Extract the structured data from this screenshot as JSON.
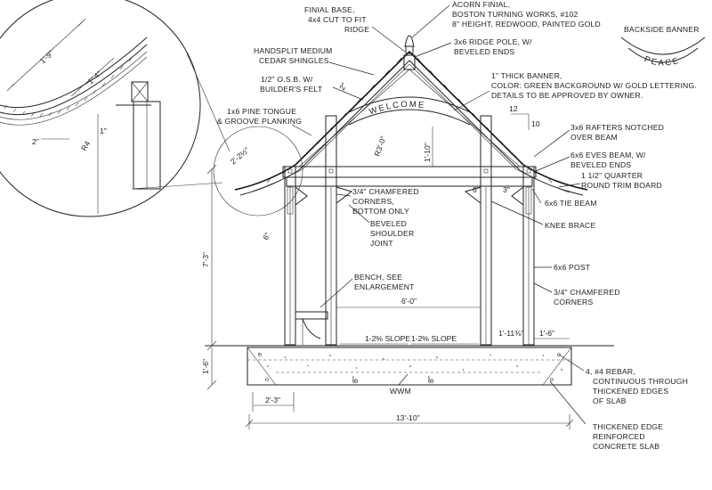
{
  "backside_banner": {
    "title": "BACKSIDE BANNER",
    "text": "PEACE"
  },
  "banner_text": "WELCOME",
  "slope": {
    "rise": "12",
    "run": "10"
  },
  "callouts": {
    "finial_base": [
      "FINIAL BASE,",
      "4x4 CUT TO FIT",
      "RIDGE"
    ],
    "acorn_finial": [
      "ACORN FINIAL,",
      "BOSTON TURNING WORKS, #102",
      "8\" HEIGHT, REDWOOD, PAINTED GOLD"
    ],
    "ridge_pole": [
      "3x6 RIDGE POLE, W/",
      "BEVELED ENDS"
    ],
    "shingles": [
      "HANDSPLIT MEDIUM",
      "CEDAR SHINGLES"
    ],
    "osb": [
      "1/2\" O.S.B. W/",
      "BUILDER'S FELT"
    ],
    "banner": [
      "1\" THICK BANNER,",
      "COLOR:  GREEN BACKGROUND W/ GOLD LETTERING.",
      "DETAILS TO BE APPROVED BY OWNER."
    ],
    "planking": [
      "1x6 PINE TONGUE",
      "& GROOVE PLANKING"
    ],
    "rafters": [
      "3x6 RAFTERS NOTCHED",
      "OVER BEAM"
    ],
    "eves_beam": [
      "6x6 EVES BEAM, W/",
      "BEVELED ENDS"
    ],
    "trim_board": [
      "1 1/2\" QUARTER",
      "ROUND TRIM BOARD"
    ],
    "chamfered_bottom": [
      "3/4\" CHAMFERED",
      "CORNERS,",
      "BOTTOM ONLY"
    ],
    "tie_beam": [
      "6x6 TIE BEAM"
    ],
    "beveled_joint": [
      "BEVELED",
      "SHOULDER",
      "JOINT"
    ],
    "knee_brace": [
      "KNEE BRACE"
    ],
    "bench": [
      "BENCH, SEE",
      "ENLARGEMENT"
    ],
    "post": [
      "6x6 POST"
    ],
    "chamfered_corners": [
      "3/4\" CHAMFERED",
      "CORNERS"
    ],
    "rebar": [
      "4, #4 REBAR,",
      "CONTINUOUS THROUGH",
      "THICKENED EDGES",
      "OF SLAB"
    ],
    "slab": [
      "THICKENED EDGE",
      "REINFORCED",
      "CONCRETE SLAB"
    ],
    "wwm": [
      "WWM"
    ]
  },
  "dimensions": {
    "height_total": "7'-3\"",
    "slab_height": "1'-6\"",
    "radius": "R3'-0\"",
    "banner_drop": "1'-10\"",
    "span": "6'-0\"",
    "width": "13'-10\"",
    "footing": "2'-3\"",
    "right_post_offset": "1'-11⅜\"",
    "overhang_right": "1'-6\"",
    "slope_left": "1-2% SLOPE",
    "slope_right": "1-2% SLOPE",
    "slab_depth_a": "8\"",
    "slab_depth_b": "8\"",
    "gap_a": "6\"",
    "gap_b": "3\"",
    "planking_dim": "2'-2½\"",
    "detail_a": "1'-9\"",
    "detail_b": "1'-4\"",
    "detail_c": "2\"",
    "detail_d": "R4",
    "detail_e": "1\"",
    "ridge_dim": "2\"",
    "post_dim": "6\""
  }
}
